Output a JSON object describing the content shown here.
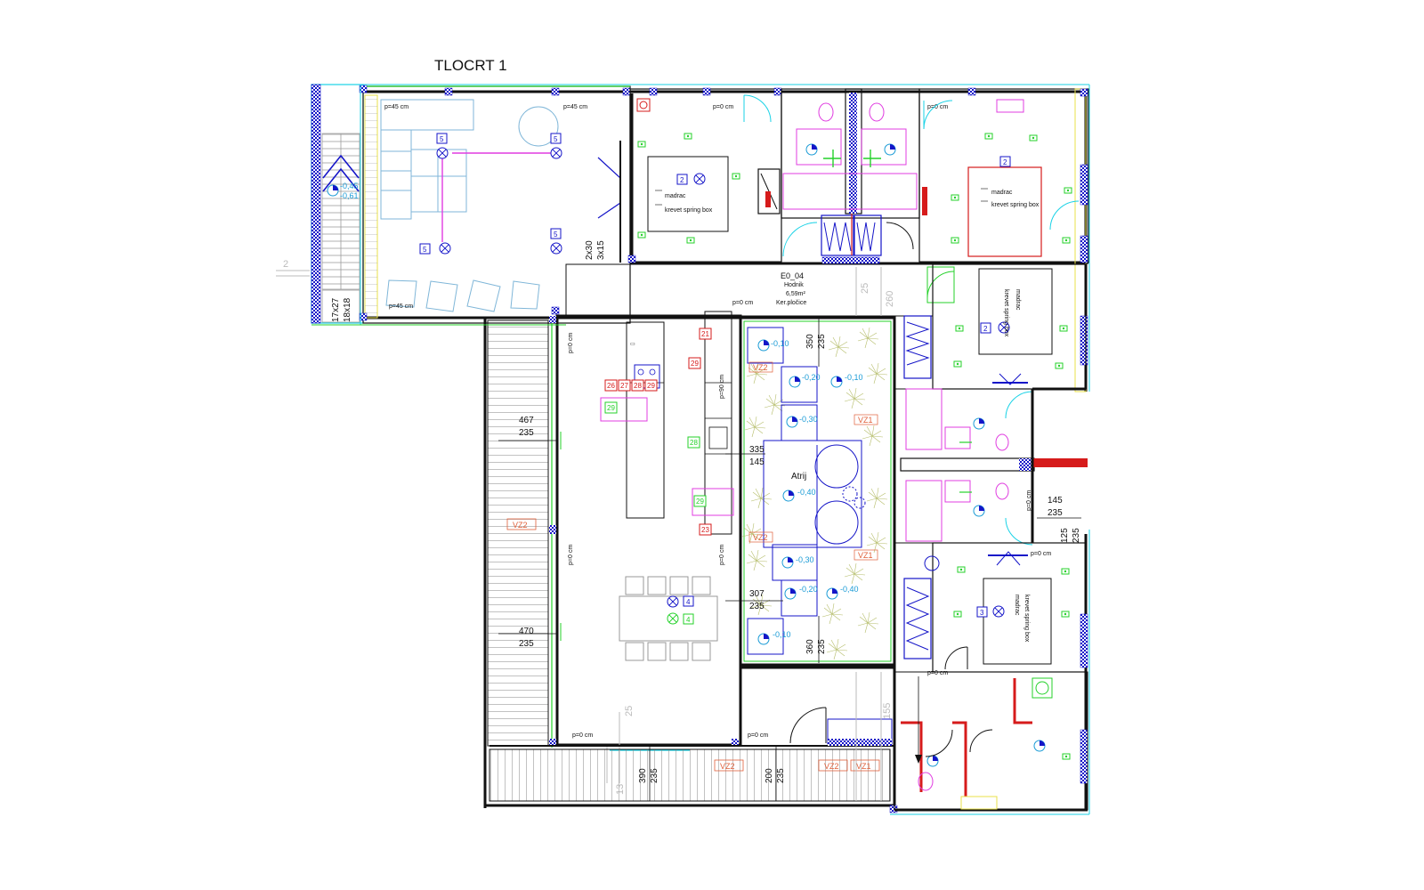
{
  "title": "TLOCRT 1",
  "hallway": {
    "code": "E0_04",
    "name": "Hodnik",
    "area": "6,59m²",
    "floor": "Ker.pločice"
  },
  "atrium": {
    "name": "Atrij"
  },
  "parapets": {
    "p45_a": "p=45 cm",
    "p45_b": "p=45 cm",
    "p45_c": "p=45 cm",
    "p0_a": "p=0 cm",
    "p0_b": "p=0 cm",
    "p0_c": "p=0 cm",
    "p0_d": "p=0 cm",
    "p0_e": "p=0 cm",
    "p0_f": "p=0 cm",
    "p0_g": "p=0 cm",
    "p0_h": "p=0 cm",
    "p0_i": "p=0 cm",
    "p0_j": "p=0 cm",
    "p0_k": "p=0 cm",
    "p90": "p=90 cm"
  },
  "bed_labels": {
    "madrac": "madrac",
    "krevet": "krevet spring box"
  },
  "levels": {
    "l_010a": "-0,10",
    "l_020a": "-0,20",
    "l_010b": "-0,10",
    "l_030a": "-0,30",
    "l_040a": "-0,40",
    "l_030b": "-0,30",
    "l_020b": "-0,20",
    "l_040b": "-0,40",
    "l_010c": "-0,10",
    "l_045": "-0,45",
    "l_061": "-0,61"
  },
  "dimensions": {
    "d1": [
      "467",
      "235"
    ],
    "d2": [
      "470",
      "235"
    ],
    "d3": [
      "335",
      "145"
    ],
    "d4": [
      "307",
      "235"
    ],
    "d5": [
      "350",
      "235"
    ],
    "d6": [
      "360",
      "235"
    ],
    "d7": [
      "390",
      "235"
    ],
    "d8": [
      "200",
      "235"
    ],
    "d9": [
      "145",
      "235"
    ],
    "d10": [
      "125",
      "235"
    ],
    "d11": [
      "2x30",
      "3x15"
    ],
    "d12": [
      "17x27",
      "18x18"
    ],
    "g25a": "25",
    "g25b": "25",
    "g260": "260",
    "g155": "155",
    "g13": "13",
    "g2": "2"
  },
  "zones": {
    "vz2_a": "VZ2",
    "vz2_b": "VZ2",
    "vz2_c": "VZ2",
    "vz2_d": "VZ2",
    "vz2_e": "VZ2",
    "vz1_a": "VZ1",
    "vz1_b": "VZ1",
    "vz1_c": "VZ1"
  },
  "tags": {
    "t5a": "5",
    "t5b": "5",
    "t5c": "5",
    "t5d": "5",
    "t2a": "2",
    "t2b": "2",
    "t2c": "2",
    "t3": "3",
    "t4a": "4",
    "t4b": "4",
    "t21": "21",
    "t29a": "29",
    "t26": "26",
    "t27": "27",
    "t28a": "28",
    "t29b": "29",
    "t28b": "28",
    "t29c": "29",
    "t29d": "29",
    "t23": "23"
  },
  "colors": {
    "wall": "#111111",
    "cyan": "#19d2e6",
    "green": "#24d12a",
    "blue": "#1515c8",
    "magenta": "#e03ce0",
    "red": "#d61b1b",
    "yellow": "#e9e04a",
    "zone": "#e0603a"
  }
}
